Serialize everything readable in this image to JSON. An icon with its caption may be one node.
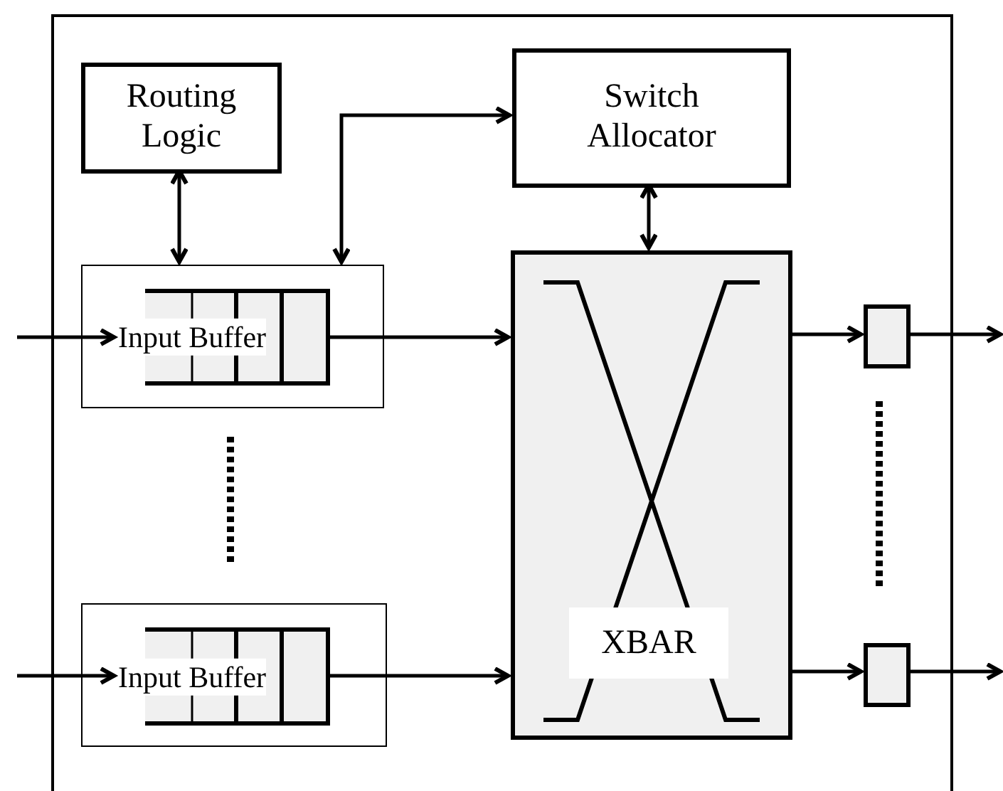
{
  "diagram": {
    "nodes": [
      {
        "text": [],
        "shape": "box"
      },
      {
        "text": [
          "Routing Logic"
        ],
        "in": 0
      },
      {
        "text": [
          "Switch Allocator"
        ],
        "in": 0
      },
      {
        "text": [],
        "shape": "box",
        "in": 0
      },
      {
        "text": [
          "Input Buffer"
        ],
        "in": 3
      },
      {
        "text": [
          "XBAR"
        ],
        "in": 0
      },
      {
        "text": [],
        "shape": "box",
        "in": 0
      },
      {
        "text": [],
        "shape": "box",
        "in": 0
      },
      {
        "text": [
          "Input Buffer"
        ],
        "in": 7
      },
      {
        "text": [],
        "shape": "box",
        "in": 0
      }
    ],
    "edges": [
      {
        "from": null,
        "to": 4,
        "arrow": "to"
      },
      {
        "from": 4,
        "to": 5,
        "arrow": "to"
      },
      {
        "from": 1,
        "to": 3,
        "arrow": "both"
      },
      {
        "from": 3,
        "to": 2,
        "arrow": "both"
      },
      {
        "from": 2,
        "to": 5,
        "arrow": "both"
      },
      {
        "from": 5,
        "to": 6,
        "arrow": "to"
      },
      {
        "from": 6,
        "to": null,
        "arrow": "to"
      },
      {
        "from": null,
        "to": 8,
        "arrow": "to"
      },
      {
        "from": 8,
        "to": 5,
        "arrow": "to"
      },
      {
        "from": 5,
        "to": 9,
        "arrow": "to"
      },
      {
        "from": 9,
        "to": null,
        "arrow": "to"
      }
    ]
  }
}
